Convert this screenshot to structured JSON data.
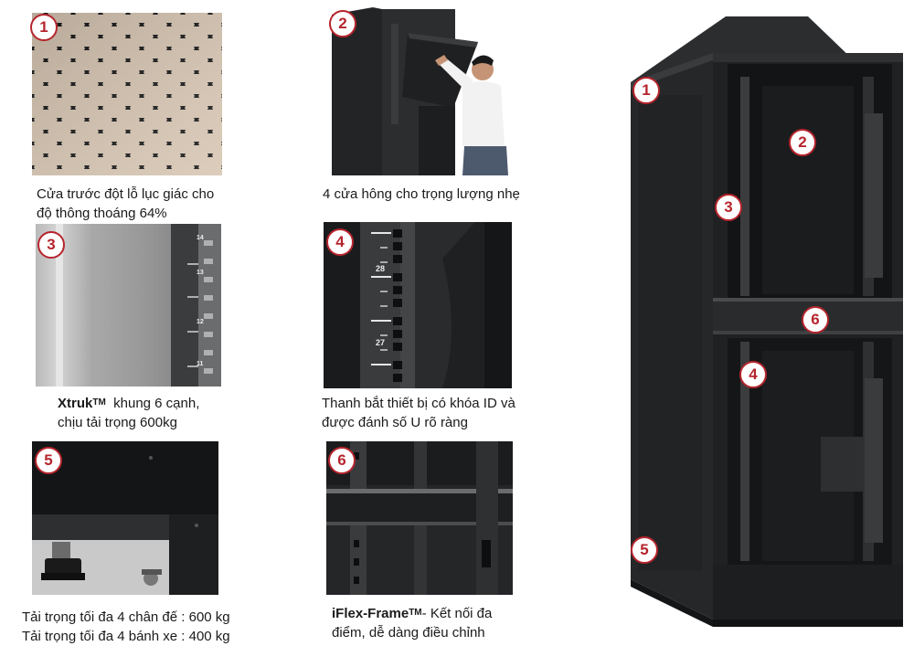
{
  "panels": [
    {
      "number": "1",
      "caption_lines": [
        "Cửa trước đột lỗ lục giác cho",
        "độ thông thoáng 64%"
      ]
    },
    {
      "number": "2",
      "caption_lines": [
        "4 cửa hông cho trọng lượng nhẹ"
      ]
    },
    {
      "number": "3",
      "caption_bold": "Xtruk",
      "caption_tm": "TM",
      "caption_rest": "  khung 6 cạnh,",
      "caption_line2": "chịu tải trọng 600kg"
    },
    {
      "number": "4",
      "caption_lines": [
        "Thanh bắt thiết bị có khóa ID và",
        "được đánh số U rõ ràng"
      ],
      "rail_labels": [
        "28",
        "27"
      ]
    },
    {
      "number": "5",
      "caption_lines": [
        "Tải trọng tối đa 4 chân đế : 600 kg",
        "Tải trọng tối đa 4 bánh xe : 400 kg"
      ]
    },
    {
      "number": "6",
      "caption_bold": "iFlex-Frame",
      "caption_tm": "TM",
      "caption_rest": "- Kết nối đa",
      "caption_line2": "điểm, dễ dàng điều chỉnh"
    }
  ],
  "photo3_rail_labels": [
    "14",
    "13",
    "12",
    "11"
  ],
  "cabinet_callouts": [
    "1",
    "2",
    "3",
    "6",
    "4",
    "5"
  ],
  "colors": {
    "badge_border": "#b5252d",
    "badge_text": "#b5252d",
    "cabinet": "#1e1f21"
  }
}
